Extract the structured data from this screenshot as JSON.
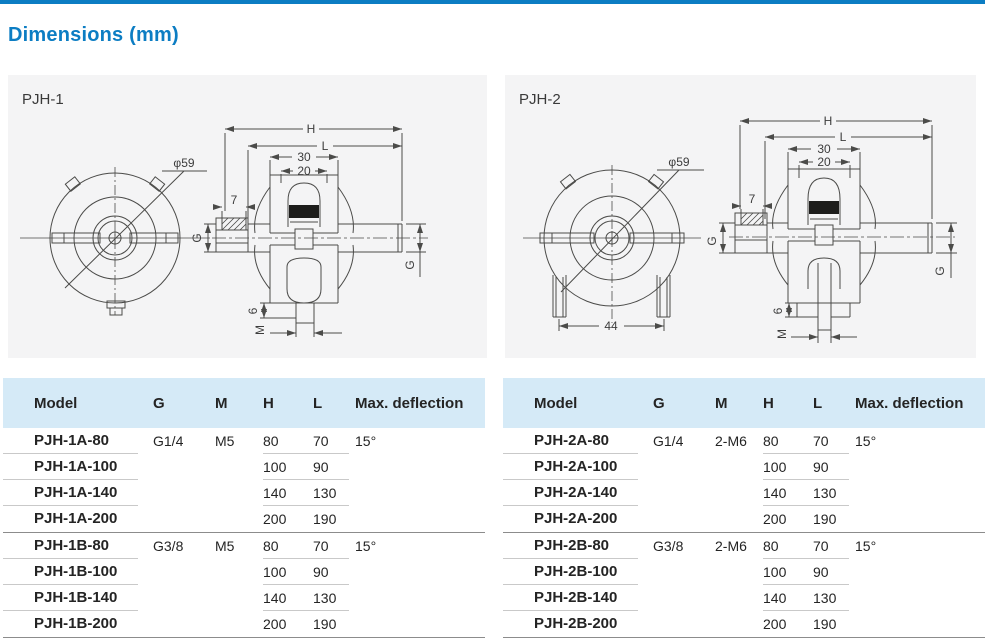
{
  "title": "Dimensions (mm)",
  "colors": {
    "accent": "#0c7dc3",
    "table_header_bg": "#d5eaf7",
    "panel_bg": "#f4f4f5"
  },
  "diagrams": [
    {
      "label": "PJH-1",
      "dims": {
        "diameter": "φ59",
        "h": "H",
        "l": "L",
        "width30": "30",
        "width20": "20",
        "nut7": "7",
        "g_left": "G",
        "g_right": "G",
        "stem6": "6",
        "thread_m": "M"
      }
    },
    {
      "label": "PJH-2",
      "dims": {
        "diameter": "φ59",
        "h": "H",
        "l": "L",
        "width30": "30",
        "width20": "20",
        "nut7": "7",
        "g_left": "G",
        "g_right": "G",
        "stem6": "6",
        "thread_m": "M",
        "base44": "44"
      }
    }
  ],
  "tables": [
    {
      "columns": [
        "Model",
        "G",
        "M",
        "H",
        "L",
        "Max. deflection"
      ],
      "groups": [
        {
          "rows": [
            {
              "model": "PJH-1A-80",
              "g": "G1/4",
              "m": "M5",
              "h": "80",
              "l": "70",
              "max_deflection": "15°"
            },
            {
              "model": "PJH-1A-100",
              "h": "100",
              "l": "90"
            },
            {
              "model": "PJH-1A-140",
              "h": "140",
              "l": "130"
            },
            {
              "model": "PJH-1A-200",
              "h": "200",
              "l": "190"
            }
          ]
        },
        {
          "rows": [
            {
              "model": "PJH-1B-80",
              "g": "G3/8",
              "m": "M5",
              "h": "80",
              "l": "70",
              "max_deflection": "15°"
            },
            {
              "model": "PJH-1B-100",
              "h": "100",
              "l": "90"
            },
            {
              "model": "PJH-1B-140",
              "h": "140",
              "l": "130"
            },
            {
              "model": "PJH-1B-200",
              "h": "200",
              "l": "190"
            }
          ]
        }
      ]
    },
    {
      "columns": [
        "Model",
        "G",
        "M",
        "H",
        "L",
        "Max. deflection"
      ],
      "groups": [
        {
          "rows": [
            {
              "model": "PJH-2A-80",
              "g": "G1/4",
              "m": "2-M6",
              "h": "80",
              "l": "70",
              "max_deflection": "15°"
            },
            {
              "model": "PJH-2A-100",
              "h": "100",
              "l": "90"
            },
            {
              "model": "PJH-2A-140",
              "h": "140",
              "l": "130"
            },
            {
              "model": "PJH-2A-200",
              "h": "200",
              "l": "190"
            }
          ]
        },
        {
          "rows": [
            {
              "model": "PJH-2B-80",
              "g": "G3/8",
              "m": "2-M6",
              "h": "80",
              "l": "70",
              "max_deflection": "15°"
            },
            {
              "model": "PJH-2B-100",
              "h": "100",
              "l": "90"
            },
            {
              "model": "PJH-2B-140",
              "h": "140",
              "l": "130"
            },
            {
              "model": "PJH-2B-200",
              "h": "200",
              "l": "190"
            }
          ]
        }
      ]
    }
  ]
}
